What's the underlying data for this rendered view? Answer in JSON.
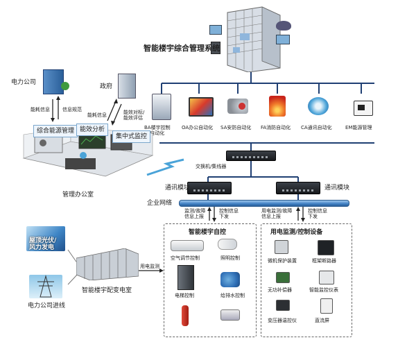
{
  "title": "智能楼宇综合管理系统",
  "top_nodes": {
    "power_company": "电力公司",
    "government": "政府",
    "office": "管理办公室"
  },
  "arrows": {
    "power_left": "能耗信息",
    "power_right": "信息规范",
    "gov_left": "能耗信息",
    "gov_right": "能效对标/\n能效评估"
  },
  "office_labels": {
    "energy": "综合能源管理",
    "analysis": "能效分析",
    "monitor": "集中式监控"
  },
  "subsystems": [
    {
      "label": "BA楼宇控制\n自动化",
      "color": "#2f6fb6"
    },
    {
      "label": "OA办公自动化",
      "color": "#d83a2b"
    },
    {
      "label": "SA安防自动化",
      "color": "#8a8f96"
    },
    {
      "label": "FA消防自动化",
      "color": "#e0502a"
    },
    {
      "label": "CA通讯自动化",
      "color": "#4aa3d8"
    },
    {
      "label": "EM能源管理",
      "color": "#5a6470"
    }
  ],
  "switch_label": "交换机/集线器",
  "comm_module_left": "通讯模块",
  "comm_module_right": "通讯模块",
  "enterprise_network": "企业网络",
  "left_arrows": {
    "up": "监测/故障\n信息上报",
    "down": "控制信息\n下发"
  },
  "right_arrows": {
    "up": "用电监测/故障\n信息上报",
    "down": "控制信息\n下发"
  },
  "auto_control": {
    "title": "智能楼宇自控",
    "items": [
      "空气调节控制",
      "照明控制",
      "电梯控制",
      "给排水控制"
    ]
  },
  "power_devices": {
    "title": "用电监测/控制设备",
    "items": [
      "微机保护装置",
      "框架断路器",
      "无功补偿器",
      "智能监控仪表",
      "变压器温控仪",
      "直流屏"
    ]
  },
  "sources": {
    "solar": "屋顶光伏/\n风力发电",
    "grid": "电力公司进线"
  },
  "substation": "智能楼宇配变电室",
  "power_monitor": "用电监测"
}
